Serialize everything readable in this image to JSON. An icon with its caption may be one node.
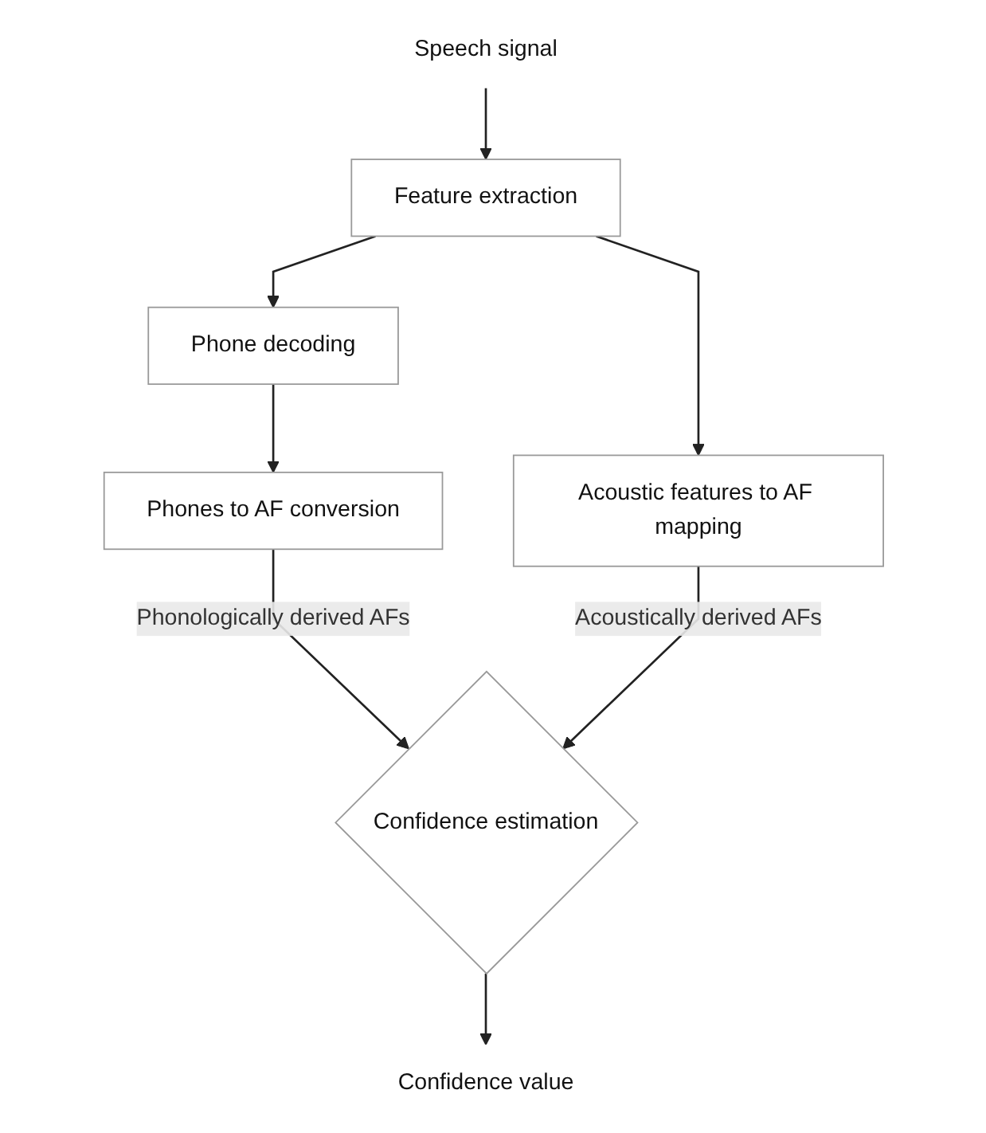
{
  "diagram": {
    "nodes": [
      {
        "text": [
          "Speech signal"
        ]
      },
      {
        "text": [
          "Feature extraction"
        ]
      },
      {
        "text": [
          "Phone decoding"
        ]
      },
      {
        "text": [
          "Phones to AF conversion"
        ]
      },
      {
        "text": [
          "Acoustic features to AF mapping"
        ]
      },
      {
        "text": [
          "Confidence estimation"
        ]
      },
      {
        "text": [
          "Confidence value"
        ]
      }
    ],
    "edges": [
      {
        "from": 0,
        "to": 1,
        "arrow": "to"
      },
      {
        "from": 1,
        "to": 2,
        "arrow": "to"
      },
      {
        "from": 1,
        "to": 4,
        "arrow": "to"
      },
      {
        "from": 2,
        "to": 3,
        "arrow": "to"
      },
      {
        "from": 3,
        "to": 5,
        "arrow": "to",
        "label": "Phonologically derived AFs"
      },
      {
        "from": 4,
        "to": 5,
        "arrow": "to",
        "label": "Acoustically derived AFs"
      },
      {
        "from": 5,
        "to": 6,
        "arrow": "to"
      }
    ]
  }
}
